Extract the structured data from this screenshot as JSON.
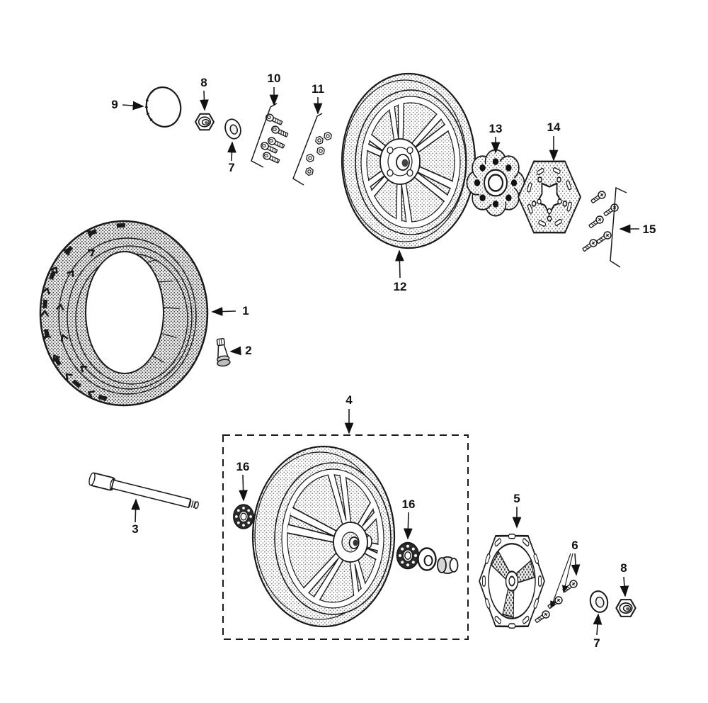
{
  "diagram": {
    "background_color": "#ffffff",
    "line_color": "#1a1a1a",
    "callouts": {
      "tire": "1",
      "valve": "2",
      "axle": "3",
      "front_wheel_box": "4",
      "front_brake_disc": "5",
      "front_disc_bolts": "6",
      "washer_top": "7",
      "washer_bottom": "7",
      "axle_nut_top": "8",
      "axle_nut_bottom": "8",
      "hub_cap": "9",
      "screw_set": "10",
      "nut_set": "11",
      "rear_wheel": "12",
      "cush_drive_hub": "13",
      "rear_brake_disc": "14",
      "rear_disc_bolts": "15",
      "bearing_left": "16",
      "bearing_right": "16"
    }
  }
}
